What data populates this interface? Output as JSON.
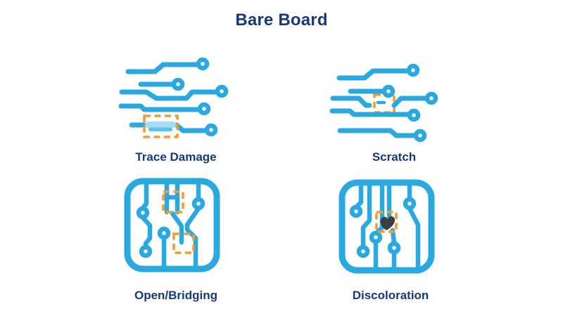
{
  "title": "Bare Board",
  "colors": {
    "trace-blue": "#29A9E0",
    "highlight-orange": "#F59C2F",
    "label-navy": "#17387D",
    "damaged-light": "#A6DCF5",
    "damaged-mid": "#5FC4ED",
    "blob-gray": "#3E3E40",
    "background": "#FFFFFF"
  },
  "defects": [
    {
      "id": "trace-damage",
      "label": "Trace Damage",
      "icon": "trace-damage-icon"
    },
    {
      "id": "scratch",
      "label": "Scratch",
      "icon": "scratch-icon"
    },
    {
      "id": "open-bridging",
      "label": "Open/Bridging",
      "icon": "open-bridging-icon"
    },
    {
      "id": "discoloration",
      "label": "Discoloration",
      "icon": "discoloration-icon"
    }
  ]
}
